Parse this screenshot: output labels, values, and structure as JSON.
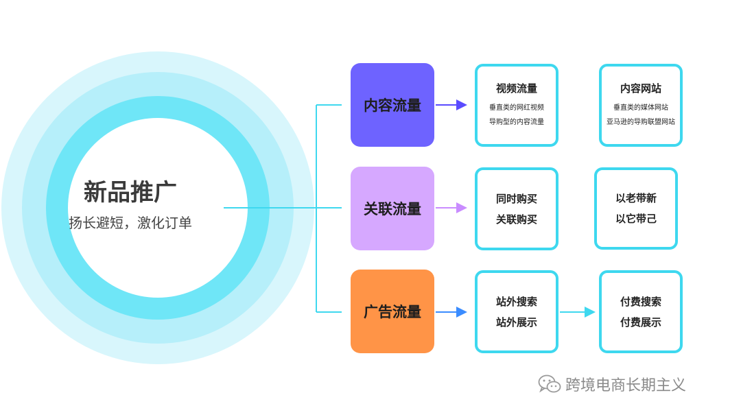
{
  "center": {
    "title": "新品推广",
    "subtitle": "扬长避短，激化订单"
  },
  "categories": [
    {
      "label": "内容流量",
      "color": "#6e63ff",
      "arrow_color": "#5a4bff"
    },
    {
      "label": "关联流量",
      "color": "#d6a8ff",
      "arrow_color": "#c98cff"
    },
    {
      "label": "广告流量",
      "color": "#ff9447",
      "arrow_color": "#3a8cff"
    }
  ],
  "boxes": {
    "video": {
      "title": "视频流量",
      "lines": [
        "垂直类的网红视频",
        "导购型的内容流量"
      ]
    },
    "sites": {
      "title": "内容网站",
      "lines": [
        "垂直类的媒体网站",
        "亚马逊的导购联盟网站"
      ]
    },
    "related": {
      "lines": [
        "同时购买",
        "关联购买"
      ]
    },
    "old_new": {
      "lines": [
        "以老带新",
        "以它带己"
      ]
    },
    "offsite": {
      "lines": [
        "站外搜索",
        "站外展示"
      ]
    },
    "paid": {
      "lines": [
        "付费搜索",
        "付费展示"
      ]
    }
  },
  "watermark": {
    "text": "跨境电商长期主义",
    "icon": "wechat-icon"
  },
  "colors": {
    "connector": "#3ed8ef",
    "box_border": "#3ed8ef"
  }
}
